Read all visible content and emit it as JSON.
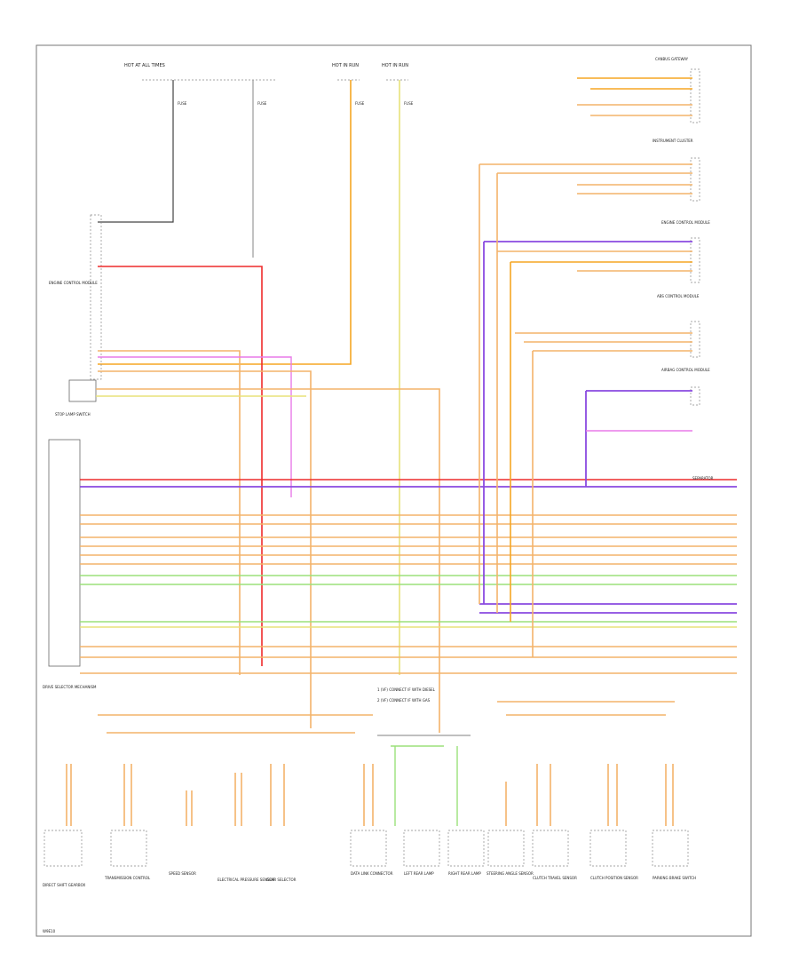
{
  "footer_code": "W9E10",
  "top_labels": [
    "HOT AT ALL TIMES",
    "HOT IN RUN",
    "HOT IN RUN",
    "FUSE",
    "FUSE",
    "FUSE",
    "FUSE"
  ],
  "right_components": [
    "CANBUS GATEWAY",
    "INSTRUMENT CLUSTER",
    "ENGINE CONTROL MODULE",
    "ABS CONTROL MODULE",
    "AIRBAG CONTROL MODULE",
    "SEPARATOR"
  ],
  "left_components": [
    "ENGINE CONTROL MODULE",
    "STOP LAMP SWITCH",
    "DRIVE SELECTOR MECHANISM"
  ],
  "legend": [
    "1 (VF) CONNECT IF WITH DIESEL",
    "2 (VF) CONNECT IF WITH GAS"
  ],
  "bottom_components": [
    "DIRECT SHIFT GEARBOX",
    "TRANSMISSION CONTROL",
    "SPEED SENSOR",
    "ELECTRICAL PRESSURE SENSOR",
    "GEAR SELECTOR",
    "DATA LINK CONNECTOR",
    "LEFT REAR LAMP",
    "RIGHT REAR LAMP",
    "STEERING ANGLE SENSOR",
    "CLUTCH TRAVEL SENSOR",
    "CLUTCH POSITION SENSOR",
    "PARKING BRAKE SWITCH"
  ]
}
